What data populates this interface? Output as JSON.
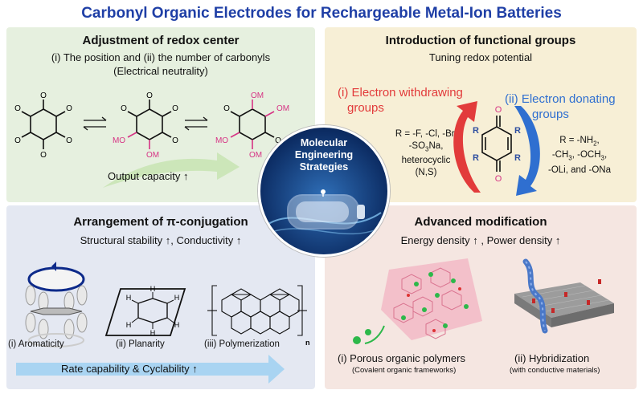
{
  "title": "Carbonyl Organic Electrodes for Rechargeable Metal-Ion Batteries",
  "center": {
    "label_lines": [
      "Molecular",
      "Engineering",
      "Strategies"
    ]
  },
  "redox_center": {
    "title": "Adjustment of redox center",
    "subtitle_line1": "(i) The position and (ii) the number of carbonyls",
    "subtitle_line2": "(Electrical neutrality)",
    "atom_o": "O",
    "atom_om": "OM",
    "atom_mo": "MO",
    "arrow_label": "Output capacity ↑"
  },
  "functional_groups": {
    "title": "Introduction of functional groups",
    "subtitle": "Tuning redox potential",
    "withdrawing_title_line1": "(i) Electron withdrawing",
    "withdrawing_title_line2": "groups",
    "withdrawing_lines": [
      "R = -F, -Cl, -Br,",
      "-SO",
      "3",
      "Na,",
      "heterocyclic",
      "(N,S)"
    ],
    "donating_title_line1": "(ii) Electron donating",
    "donating_title_line2": "groups",
    "donating_lines": [
      "R = -NH",
      "2",
      ",",
      "-CH",
      "3",
      ", -OCH",
      "3",
      ",",
      "-OLi, and -ONa"
    ],
    "atom_r": "R",
    "atom_o": "O",
    "colors": {
      "withdrawing": "#e23b3b",
      "donating": "#2f6fd0"
    }
  },
  "conjugation": {
    "title": "Arrangement of π-conjugation",
    "subtitle": "Structural stability ↑, Conductivity ↑",
    "labels": [
      "(i) Aromaticity",
      "(ii) Planarity",
      "(iii) Polymerization"
    ],
    "atom_h": "H",
    "atom_n": "n",
    "arrow_label": "Rate capability & Cyclability ↑"
  },
  "advanced": {
    "title": "Advanced modification",
    "subtitle": "Energy density ↑ , Power density ↑",
    "item1": "(i) Porous organic polymers",
    "item1_sub": "(Covalent organic frameworks)",
    "item2": "(ii) Hybridization",
    "item2_sub": "(with conductive materials)"
  }
}
